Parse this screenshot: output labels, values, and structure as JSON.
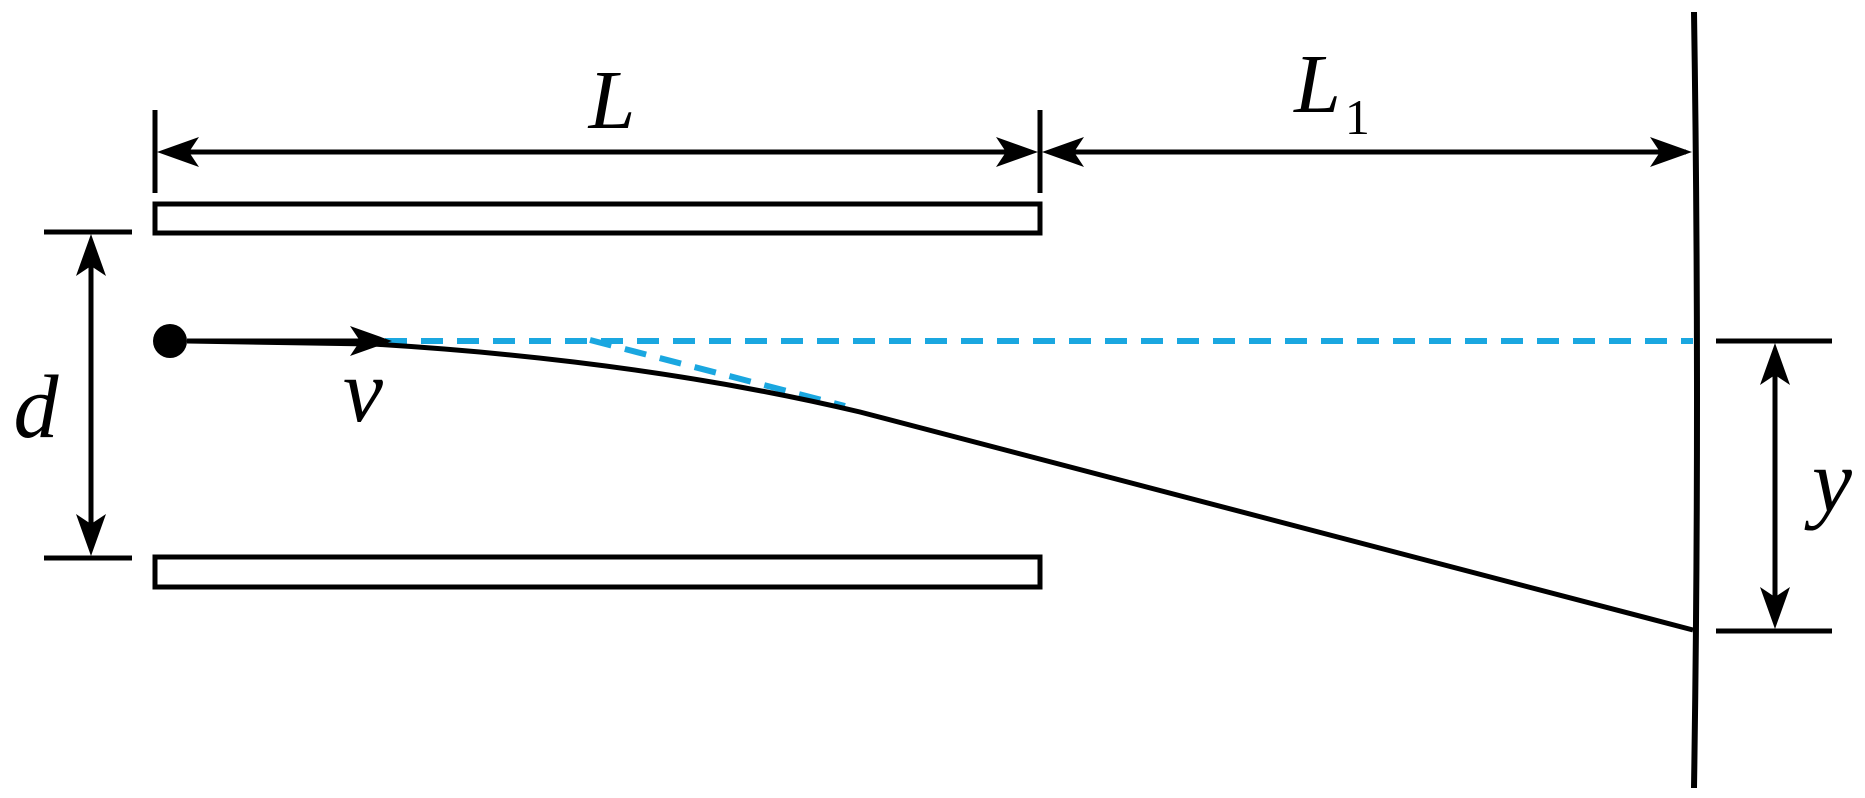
{
  "labels": {
    "plate_length": "L",
    "gap_length_main": "L",
    "gap_length_sub": "1",
    "plate_separation": "d",
    "velocity": "v",
    "deflection": "y"
  },
  "colors": {
    "ink": "#000000",
    "guide_dashed": "#1aa7e0"
  }
}
